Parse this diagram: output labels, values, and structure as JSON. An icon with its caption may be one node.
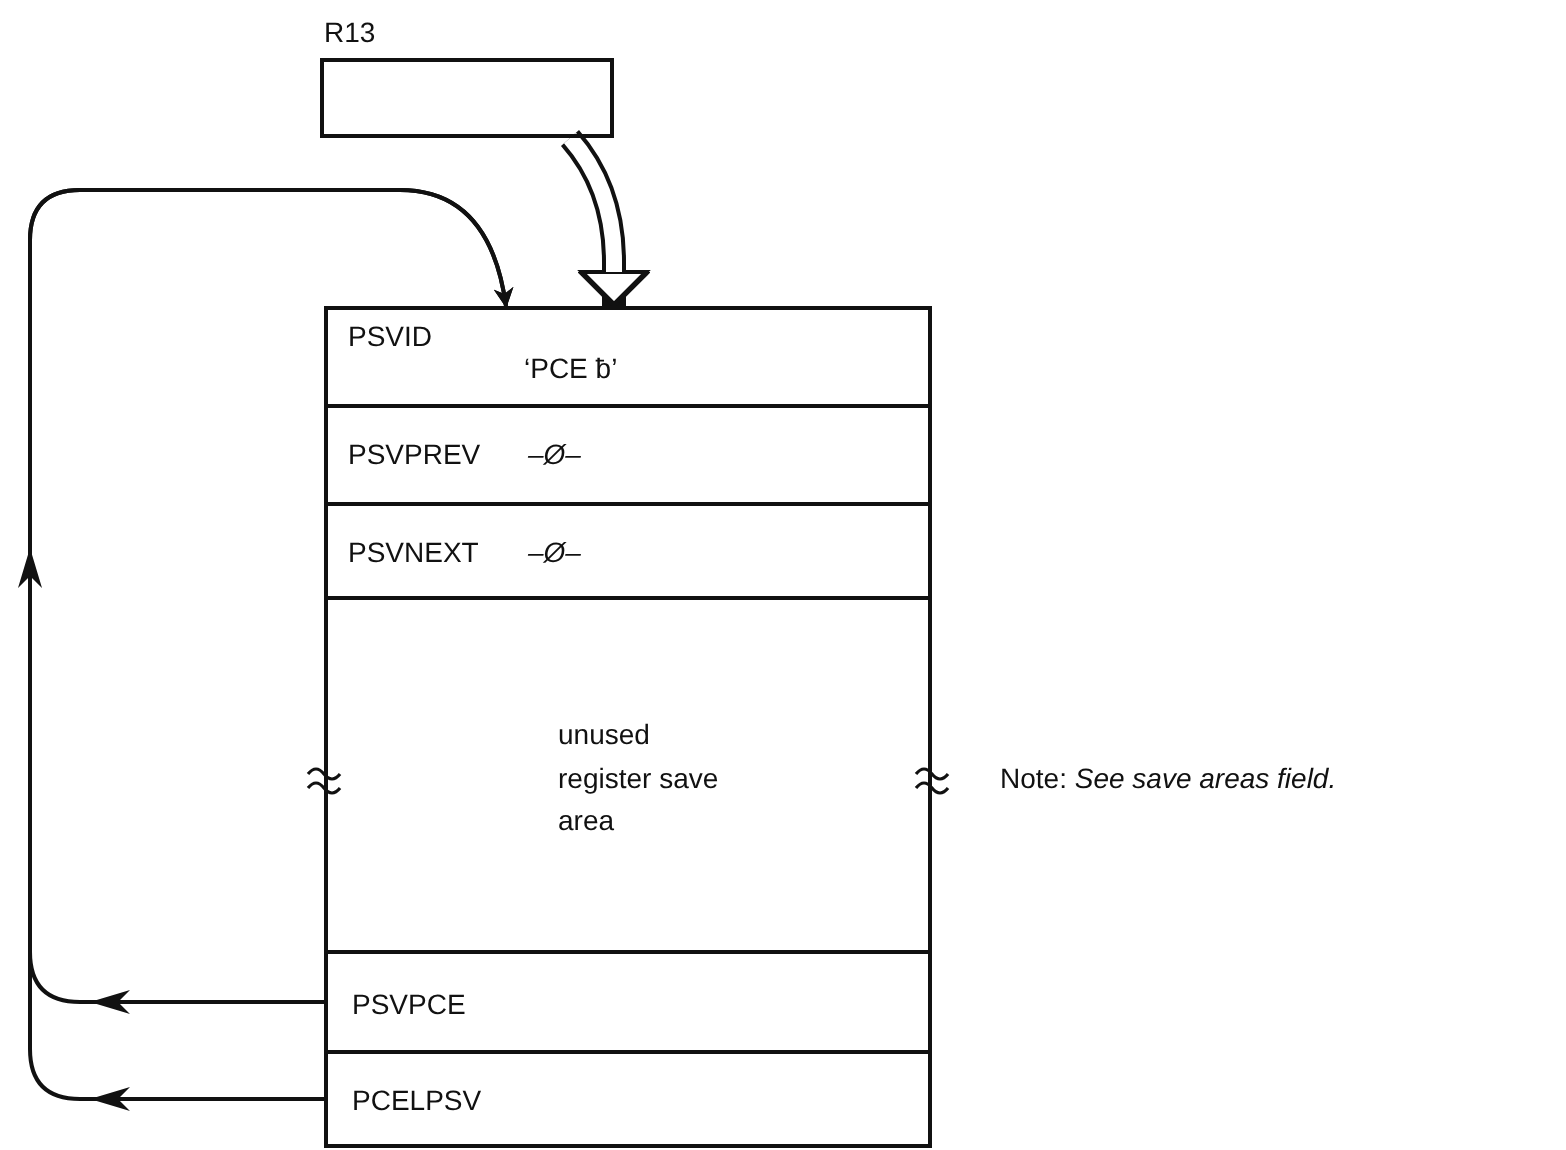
{
  "diagram": {
    "nodes": [
      {
        "text": [
          "R13"
        ]
      },
      {
        "text": [
          "PSVID",
          "‘PCE ƀ’"
        ]
      },
      {
        "text": [
          "PSVPREV",
          "–Ø–"
        ]
      },
      {
        "text": [
          "PSVNEXT",
          "–Ø–"
        ]
      },
      {
        "text": [
          "unused register save area"
        ]
      },
      {
        "text": [
          "PSVPCE"
        ]
      },
      {
        "text": [
          "PCELPSV"
        ]
      }
    ],
    "edges": [
      {
        "from": 0,
        "to": 1,
        "arrow": "to",
        "style": "thick"
      },
      {
        "from": 5,
        "to": 1,
        "arrow": "to"
      },
      {
        "from": 6,
        "to": 1,
        "arrow": "to"
      }
    ],
    "labels": [
      "Note: *See save areas field.*"
    ]
  }
}
